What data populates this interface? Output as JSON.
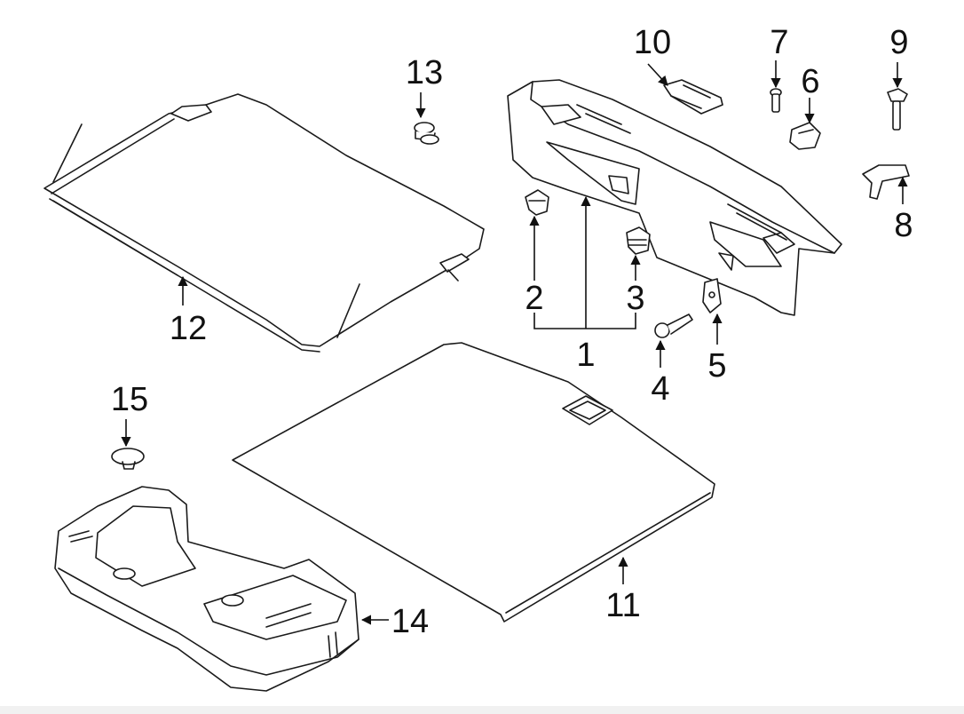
{
  "diagram": {
    "stroke_color": "#1a1a1a",
    "fill_color": "#ffffff",
    "callouts": [
      {
        "id": "1",
        "label": "1"
      },
      {
        "id": "2",
        "label": "2"
      },
      {
        "id": "3",
        "label": "3"
      },
      {
        "id": "4",
        "label": "4"
      },
      {
        "id": "5",
        "label": "5"
      },
      {
        "id": "6",
        "label": "6"
      },
      {
        "id": "7",
        "label": "7"
      },
      {
        "id": "8",
        "label": "8"
      },
      {
        "id": "9",
        "label": "9"
      },
      {
        "id": "10",
        "label": "10"
      },
      {
        "id": "11",
        "label": "11"
      },
      {
        "id": "12",
        "label": "12"
      },
      {
        "id": "13",
        "label": "13"
      },
      {
        "id": "14",
        "label": "14"
      },
      {
        "id": "15",
        "label": "15"
      }
    ]
  }
}
